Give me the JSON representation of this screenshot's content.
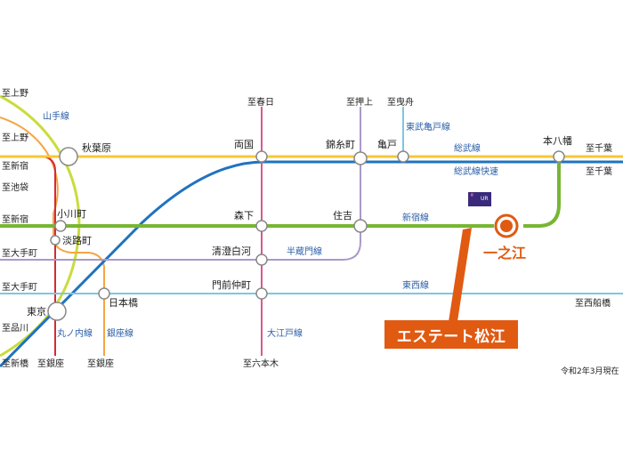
{
  "map": {
    "lines": {
      "yamanote": "山手線",
      "sobu": "総武線",
      "sobu_rapid": "総武線快速",
      "shinjuku": "新宿線",
      "hanzomon": "半蔵門線",
      "tozai": "東西線",
      "tobu_kameido": "東武亀戸線",
      "oedo": "大江戸線",
      "marunouchi": "丸ノ内線",
      "ginza": "銀座線"
    },
    "stations": {
      "akihabara": "秋葉原",
      "ogawamachi": "小川町",
      "awajicho": "淡路町",
      "tokyo": "東京",
      "nihonbashi": "日本橋",
      "ryogoku": "両国",
      "morishita": "森下",
      "kiyosumi_shirakawa": "清澄白河",
      "monzen_nakacho": "門前仲町",
      "kinshicho": "錦糸町",
      "sumiyoshi": "住吉",
      "kameido": "亀戸",
      "motoyawata": "本八幡",
      "ichinoe": "一之江"
    },
    "directions": {
      "ueno_1": "至上野",
      "ueno_2": "至上野",
      "shinjuku_1": "至新宿",
      "ikebukuro": "至池袋",
      "shinjuku_2": "至新宿",
      "otemachi_1": "至大手町",
      "otemachi_2": "至大手町",
      "shinagawa": "至品川",
      "shinbashi": "至新橋",
      "ginza_1": "至銀座",
      "ginza_2": "至銀座",
      "kasuga": "至春日",
      "roppongi": "至六本木",
      "oshiage": "至押上",
      "hikifune": "至曳舟",
      "chiba_1": "至千葉",
      "chiba_2": "至千葉",
      "nishi_funabashi": "至西船橋"
    },
    "property_name": "エステート松江",
    "ur_logo_text": "UR",
    "note": "令和2年3月現在",
    "colors": {
      "yamanote": "#b5cf2a",
      "sobu": "#f7c735",
      "sobu_rapid": "#1f73c0",
      "shinjuku": "#77b632",
      "hanzomon": "#a99ac8",
      "tozai": "#7fc6e0",
      "oedo": "#d85a8a",
      "marunouchi": "#d62a33",
      "ginza": "#f4a544",
      "accent": "#e05a12"
    }
  }
}
